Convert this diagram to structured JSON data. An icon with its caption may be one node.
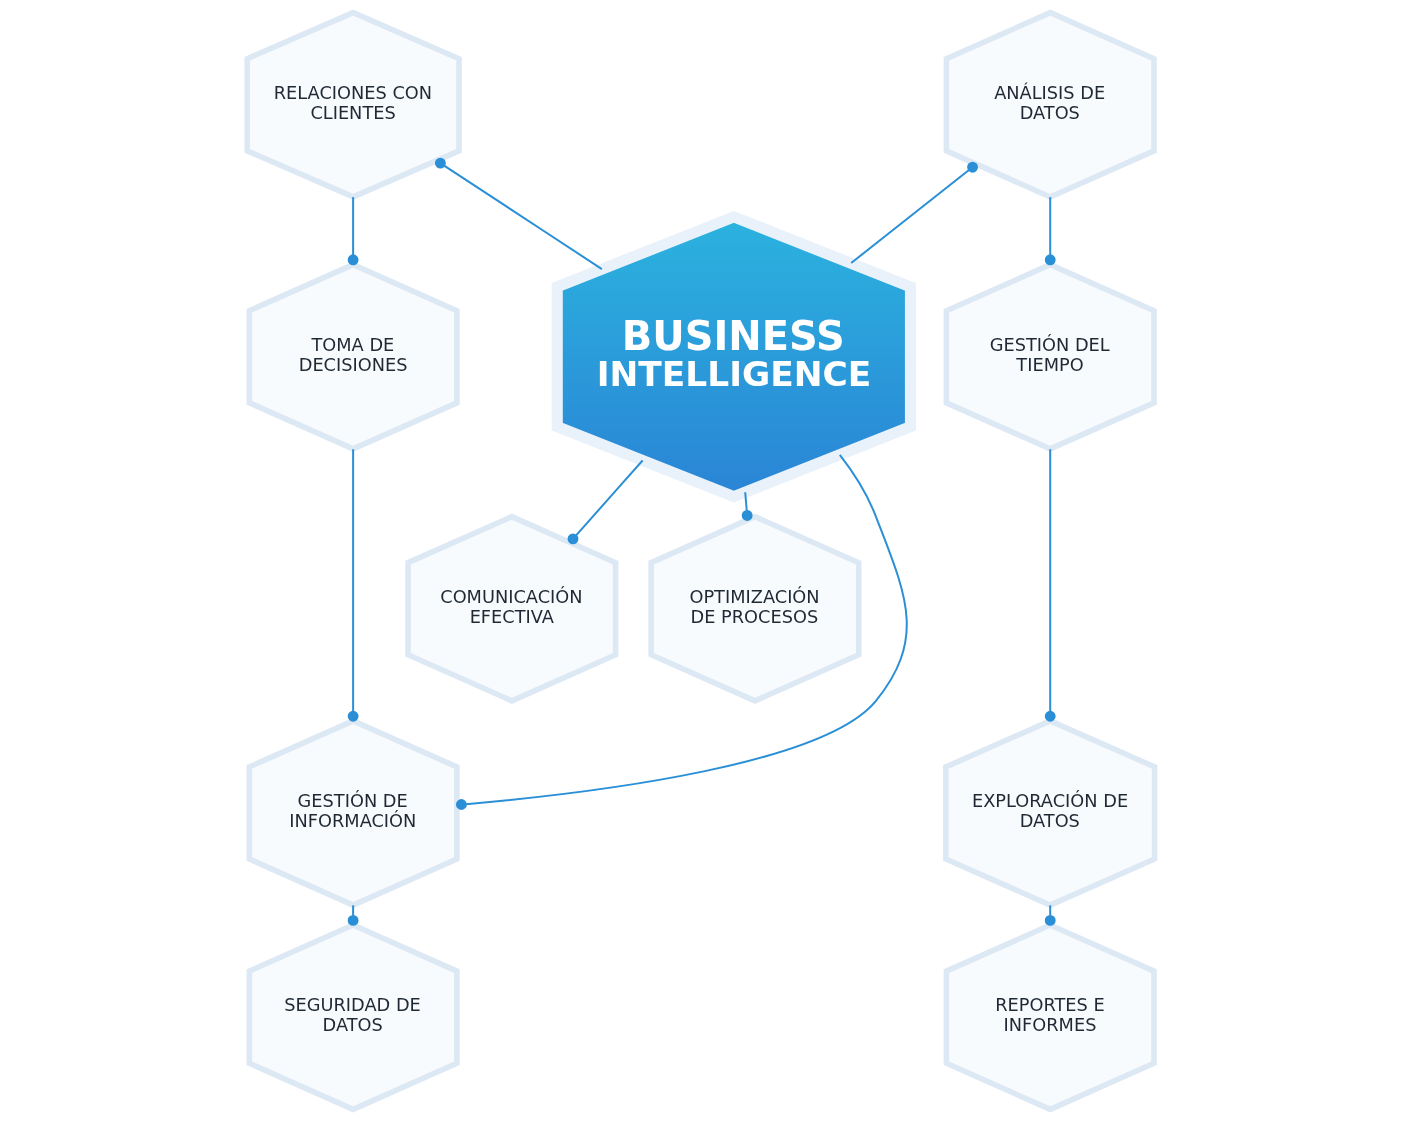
{
  "diagram": {
    "nodes": [
      {
        "text": [
          "BUSINESS INTELLIGENCE"
        ]
      },
      {
        "text": [
          "RELACIONES CON CLIENTES"
        ]
      },
      {
        "text": [
          "ANÁLISIS DE DATOS"
        ]
      },
      {
        "text": [
          "TOMA DE DECISIONES"
        ]
      },
      {
        "text": [
          "GESTIÓN DEL TIEMPO"
        ]
      },
      {
        "text": [
          "COMUNICACIÓN EFECTIVA"
        ]
      },
      {
        "text": [
          "OPTIMIZACIÓN DE PROCESOS"
        ]
      },
      {
        "text": [
          "GESTIÓN DE INFORMACIÓN"
        ]
      },
      {
        "text": [
          "EXPLORACIÓN DE DATOS"
        ]
      },
      {
        "text": [
          "SEGURIDAD DE DATOS"
        ]
      },
      {
        "text": [
          "REPORTES E INFORMES"
        ]
      }
    ],
    "edges": [
      {
        "from": 0,
        "to": 1,
        "arrow": "other"
      },
      {
        "from": 0,
        "to": 2,
        "arrow": "other"
      },
      {
        "from": 0,
        "to": 7,
        "arrow": "other"
      },
      {
        "from": 0,
        "to": 5,
        "arrow": "other"
      },
      {
        "from": 0,
        "to": 6,
        "arrow": "other"
      },
      {
        "from": 1,
        "to": 3,
        "arrow": "other"
      },
      {
        "from": 3,
        "to": 7,
        "arrow": "other"
      },
      {
        "from": 7,
        "to": 9,
        "arrow": "other"
      },
      {
        "from": 2,
        "to": 4,
        "arrow": "other"
      },
      {
        "from": 4,
        "to": 8,
        "arrow": "other"
      },
      {
        "from": 8,
        "to": 10,
        "arrow": "other"
      }
    ]
  }
}
